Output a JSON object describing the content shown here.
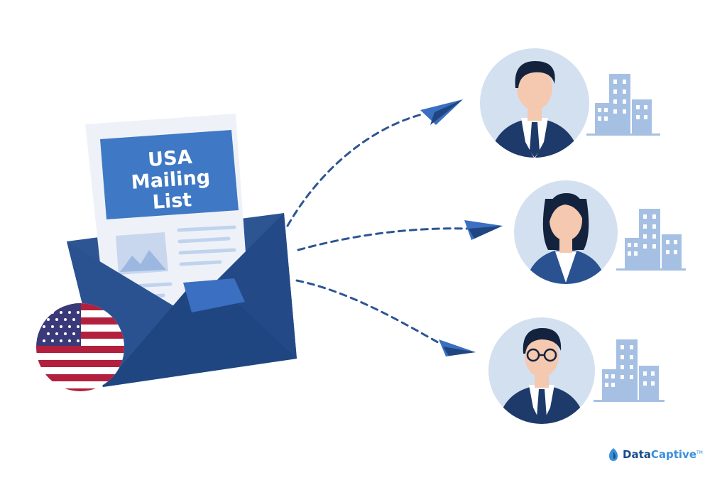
{
  "newsletter": {
    "title_line1": "USA",
    "title_line2": "Mailing",
    "title_line3": "List"
  },
  "icons": {
    "envelope": "envelope-icon",
    "flag": "usa-flag-icon",
    "plane": "paper-plane-icon",
    "person": "businessperson-icon",
    "building": "office-building-icon",
    "logo": "datacaptive-logo-icon"
  },
  "brand": {
    "name_part1": "Data",
    "name_part2": "Captive",
    "trademark": "TM"
  },
  "colors": {
    "envelope": "#2d5592",
    "envelope_dark": "#1f3f73",
    "paper": "#eef2f8",
    "title_box": "#3f78c4",
    "accent_blue": "#3a6fc1",
    "circle_bg": "#d3e0f0",
    "suit": "#1e3a6a",
    "skin": "#f4c9b0",
    "hair": "#14233d",
    "building": "#a6c0e4",
    "flag_red": "#b2203d",
    "flag_blue": "#3a3a7a"
  }
}
